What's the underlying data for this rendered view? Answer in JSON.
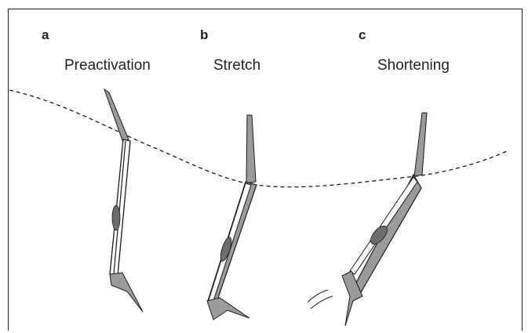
{
  "panels": [
    {
      "letter": "a",
      "title": "Preactivation"
    },
    {
      "letter": "b",
      "title": "Stretch"
    },
    {
      "letter": "c",
      "title": "Shortening"
    }
  ],
  "colors": {
    "line": "#1a1a1a",
    "bone_fill": "#9b9b9b",
    "muscle_fill": "#6d6d6d",
    "background": "#ffffff"
  }
}
